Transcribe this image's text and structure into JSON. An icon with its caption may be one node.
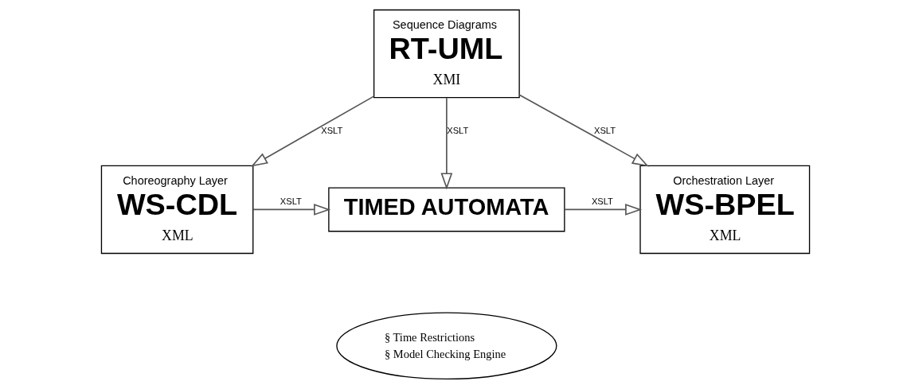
{
  "diagram": {
    "nodes": [
      {
        "text": [
          "Sequence Diagrams",
          "RT-UML",
          "XMI"
        ]
      },
      {
        "text": [
          "Choreography Layer",
          "WS-CDL",
          "XML"
        ]
      },
      {
        "text": [
          "TIMED AUTOMATA"
        ]
      },
      {
        "text": [
          "Orchestration Layer",
          "WS-BPEL",
          "XML"
        ]
      },
      {
        "text": [
          "§ Time Restrictions",
          "§ Model Checking Engine"
        ]
      }
    ],
    "edges": [
      {
        "from": 0,
        "to": 1,
        "arrow": "to",
        "label": "XSLT"
      },
      {
        "from": 0,
        "to": 2,
        "arrow": "to",
        "label": "XSLT"
      },
      {
        "from": 0,
        "to": 3,
        "arrow": "to",
        "label": "XSLT"
      },
      {
        "from": 1,
        "to": 2,
        "arrow": "to",
        "label": "XSLT"
      },
      {
        "from": 2,
        "to": 3,
        "arrow": "to",
        "label": "XSLT"
      }
    ]
  }
}
